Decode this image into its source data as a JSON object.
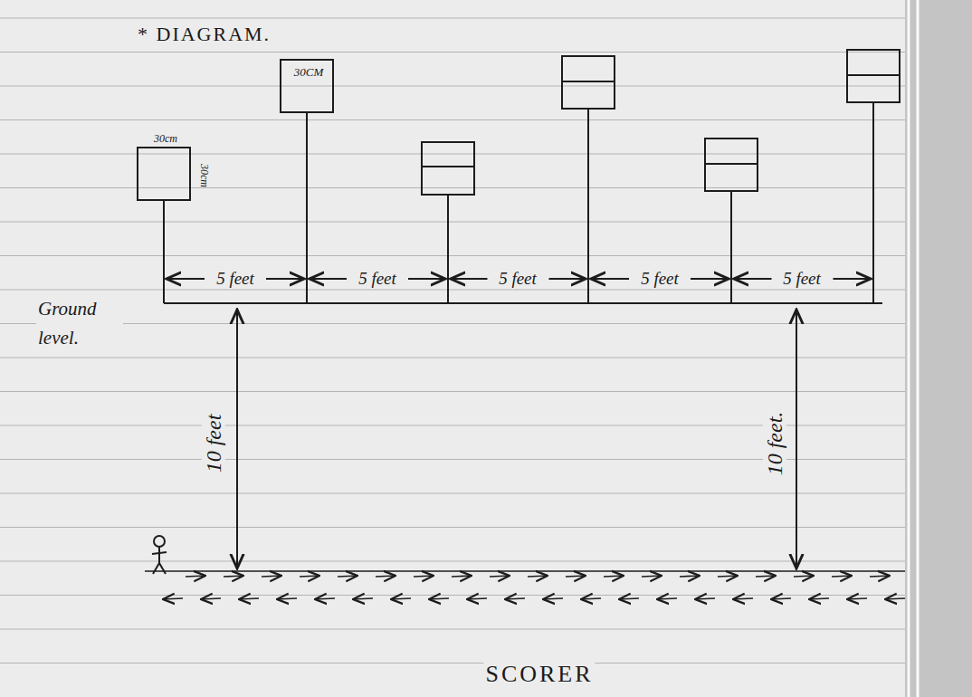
{
  "diagram": {
    "title": "* DIAGRAM.",
    "nodes": [
      {
        "text": [
          "30cm",
          "30cm"
        ]
      },
      {
        "text": [
          "30CM"
        ]
      }
    ],
    "labels": [
      "5 feet",
      "5 feet",
      "5 feet",
      "5 feet",
      "5 feet",
      "Ground level.",
      "10 feet",
      "10 feet.",
      "SCORER"
    ]
  }
}
